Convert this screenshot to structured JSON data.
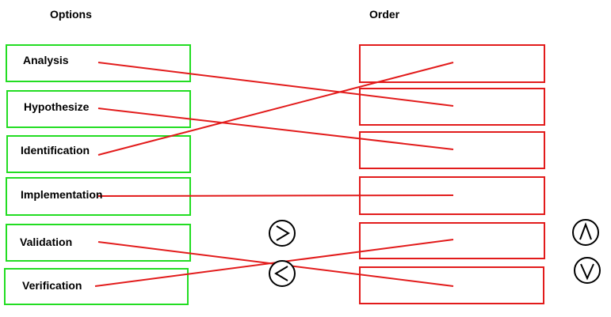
{
  "headers": {
    "options": "Options",
    "order": "Order"
  },
  "options": [
    {
      "label": "Analysis"
    },
    {
      "label": "Hypothesize"
    },
    {
      "label": "Identification"
    },
    {
      "label": "Implementation"
    },
    {
      "label": "Validation"
    },
    {
      "label": "Verification"
    }
  ],
  "order_slots": [
    "",
    "",
    "",
    "",
    "",
    ""
  ],
  "connections": [
    {
      "option": "Analysis",
      "slot": 2
    },
    {
      "option": "Hypothesize",
      "slot": 3
    },
    {
      "option": "Identification",
      "slot": 1
    },
    {
      "option": "Implementation",
      "slot": 4
    },
    {
      "option": "Validation",
      "slot": 6
    },
    {
      "option": "Verification",
      "slot": 5
    }
  ],
  "buttons": {
    "move_right": "chevron-right-icon",
    "move_left": "chevron-left-icon",
    "move_up": "chevron-up-icon",
    "move_down": "chevron-down-icon"
  },
  "colors": {
    "option_border": "#22dd22",
    "order_border": "#e21b1b",
    "link": "#e21b1b"
  }
}
